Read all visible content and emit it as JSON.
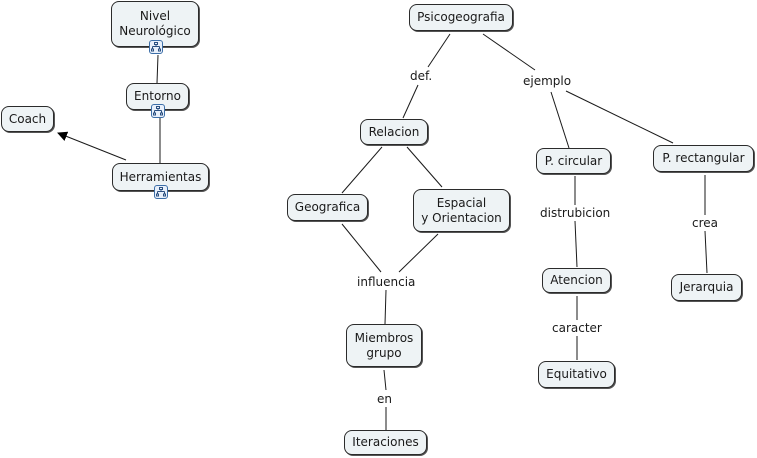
{
  "concepts": {
    "nivel": "Nivel\nNeurológico",
    "entorno": "Entorno",
    "coach": "Coach",
    "herramientas": "Herramientas",
    "psicogeografia": "Psicogeografia",
    "relacion": "Relacion",
    "geografica": "Geografica",
    "espacial": "Espacial\ny Orientacion",
    "miembros": "Miembros\ngrupo",
    "iteraciones": "Iteraciones",
    "circular": "P. circular",
    "rectangular": "P. rectangular",
    "atencion": "Atencion",
    "equitativo": "Equitativo",
    "jerarquia": "Jerarquia"
  },
  "linking_phrases": {
    "def": "def.",
    "ejemplo": "ejemplo",
    "influencia": "influencia",
    "en": "en",
    "distrubicion": "distrubicion",
    "caracter": "caracter",
    "crea": "crea"
  },
  "icons": {
    "submap": "submap-hierarchy-icon"
  },
  "colors": {
    "node_fill": "#eef3f5",
    "node_border": "#2b2b2b",
    "line": "#1a1a1a",
    "submap_icon": "#3c6ea8"
  }
}
